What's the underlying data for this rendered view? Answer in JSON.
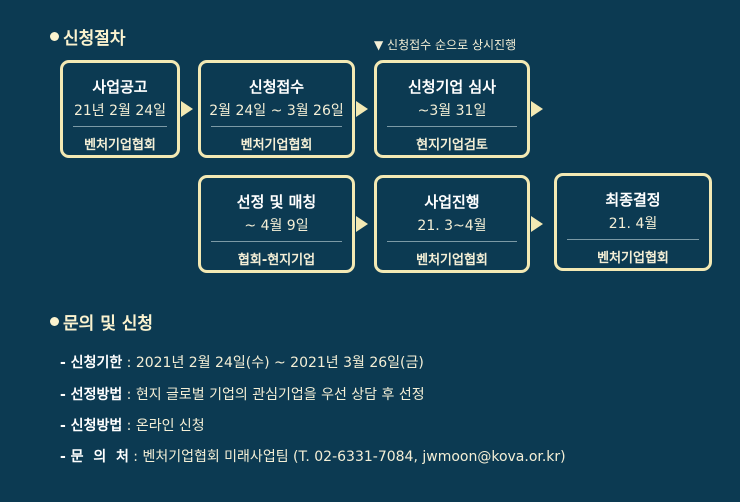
{
  "procedure": {
    "title": "신청절차",
    "note": "▼ 신청접수 순으로 상시진행",
    "steps": [
      {
        "title": "사업공고",
        "date": "21년 2월 24일",
        "org": "벤처기업협회"
      },
      {
        "title": "신청접수",
        "date": "2월 24일 ~ 3월 26일",
        "org": "벤처기업협회"
      },
      {
        "title": "신청기업 심사",
        "date": "~3월 31일",
        "org": "현지기업검토"
      },
      {
        "title": "선정 및 매칭",
        "date": "~ 4월 9일",
        "org": "협회-현지기업"
      },
      {
        "title": "사업진행",
        "date": "21. 3~4월",
        "org": "벤처기업협회"
      },
      {
        "title": "최종결정",
        "date": "21. 4월",
        "org": "벤처기업협회"
      }
    ]
  },
  "inquiry": {
    "title": "문의 및 신청",
    "items": [
      {
        "label": "- 신청기한",
        "value": " : 2021년 2월 24일(수) ~ 2021년 3월 26일(금)"
      },
      {
        "label": "- 선정방법",
        "value": " : 현지 글로벌 기업의 관심기업을 우선 상담 후 선정"
      },
      {
        "label": "- 신청방법",
        "value": " : 온라인 신청"
      },
      {
        "label": "- 문  의  처",
        "value": " : 벤처기업협회 미래사업팀 (T. 02-6331-7084, jwmoon@kova.or.kr)"
      }
    ]
  }
}
